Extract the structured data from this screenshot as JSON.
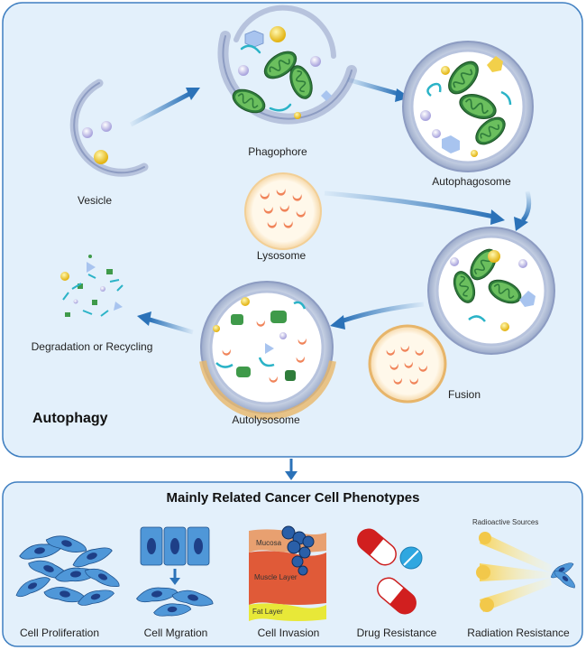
{
  "autophagy": {
    "title": "Autophagy",
    "stages": {
      "vesicle": "Vesicle",
      "phagophore": "Phagophore",
      "autophagosome": "Autophagosome",
      "lysosome": "Lysosome",
      "fusion": "Fusion",
      "autolysosome": "Autolysosome",
      "degradation": "Degradation or Recycling"
    }
  },
  "phenotypes": {
    "title": "Mainly Related Cancer Cell Phenotypes",
    "items": [
      "Cell Proliferation",
      "Cell Mgration",
      "Cell Invasion",
      "Drug Resistance",
      "Radiation Resistance"
    ],
    "invasion_layers": {
      "mucosa": "Mucosa",
      "muscle": "Muscle Layer",
      "fat": "Fat Layer"
    },
    "radiation_sources": "Radioactive Sources"
  },
  "colors": {
    "panel_bg": "#e3f0fb",
    "panel_border": "#3f7fc1",
    "arrow": "#2b72b8",
    "mito_green": "#3f9a4a",
    "lysosome_orange": "#f08c5a"
  }
}
